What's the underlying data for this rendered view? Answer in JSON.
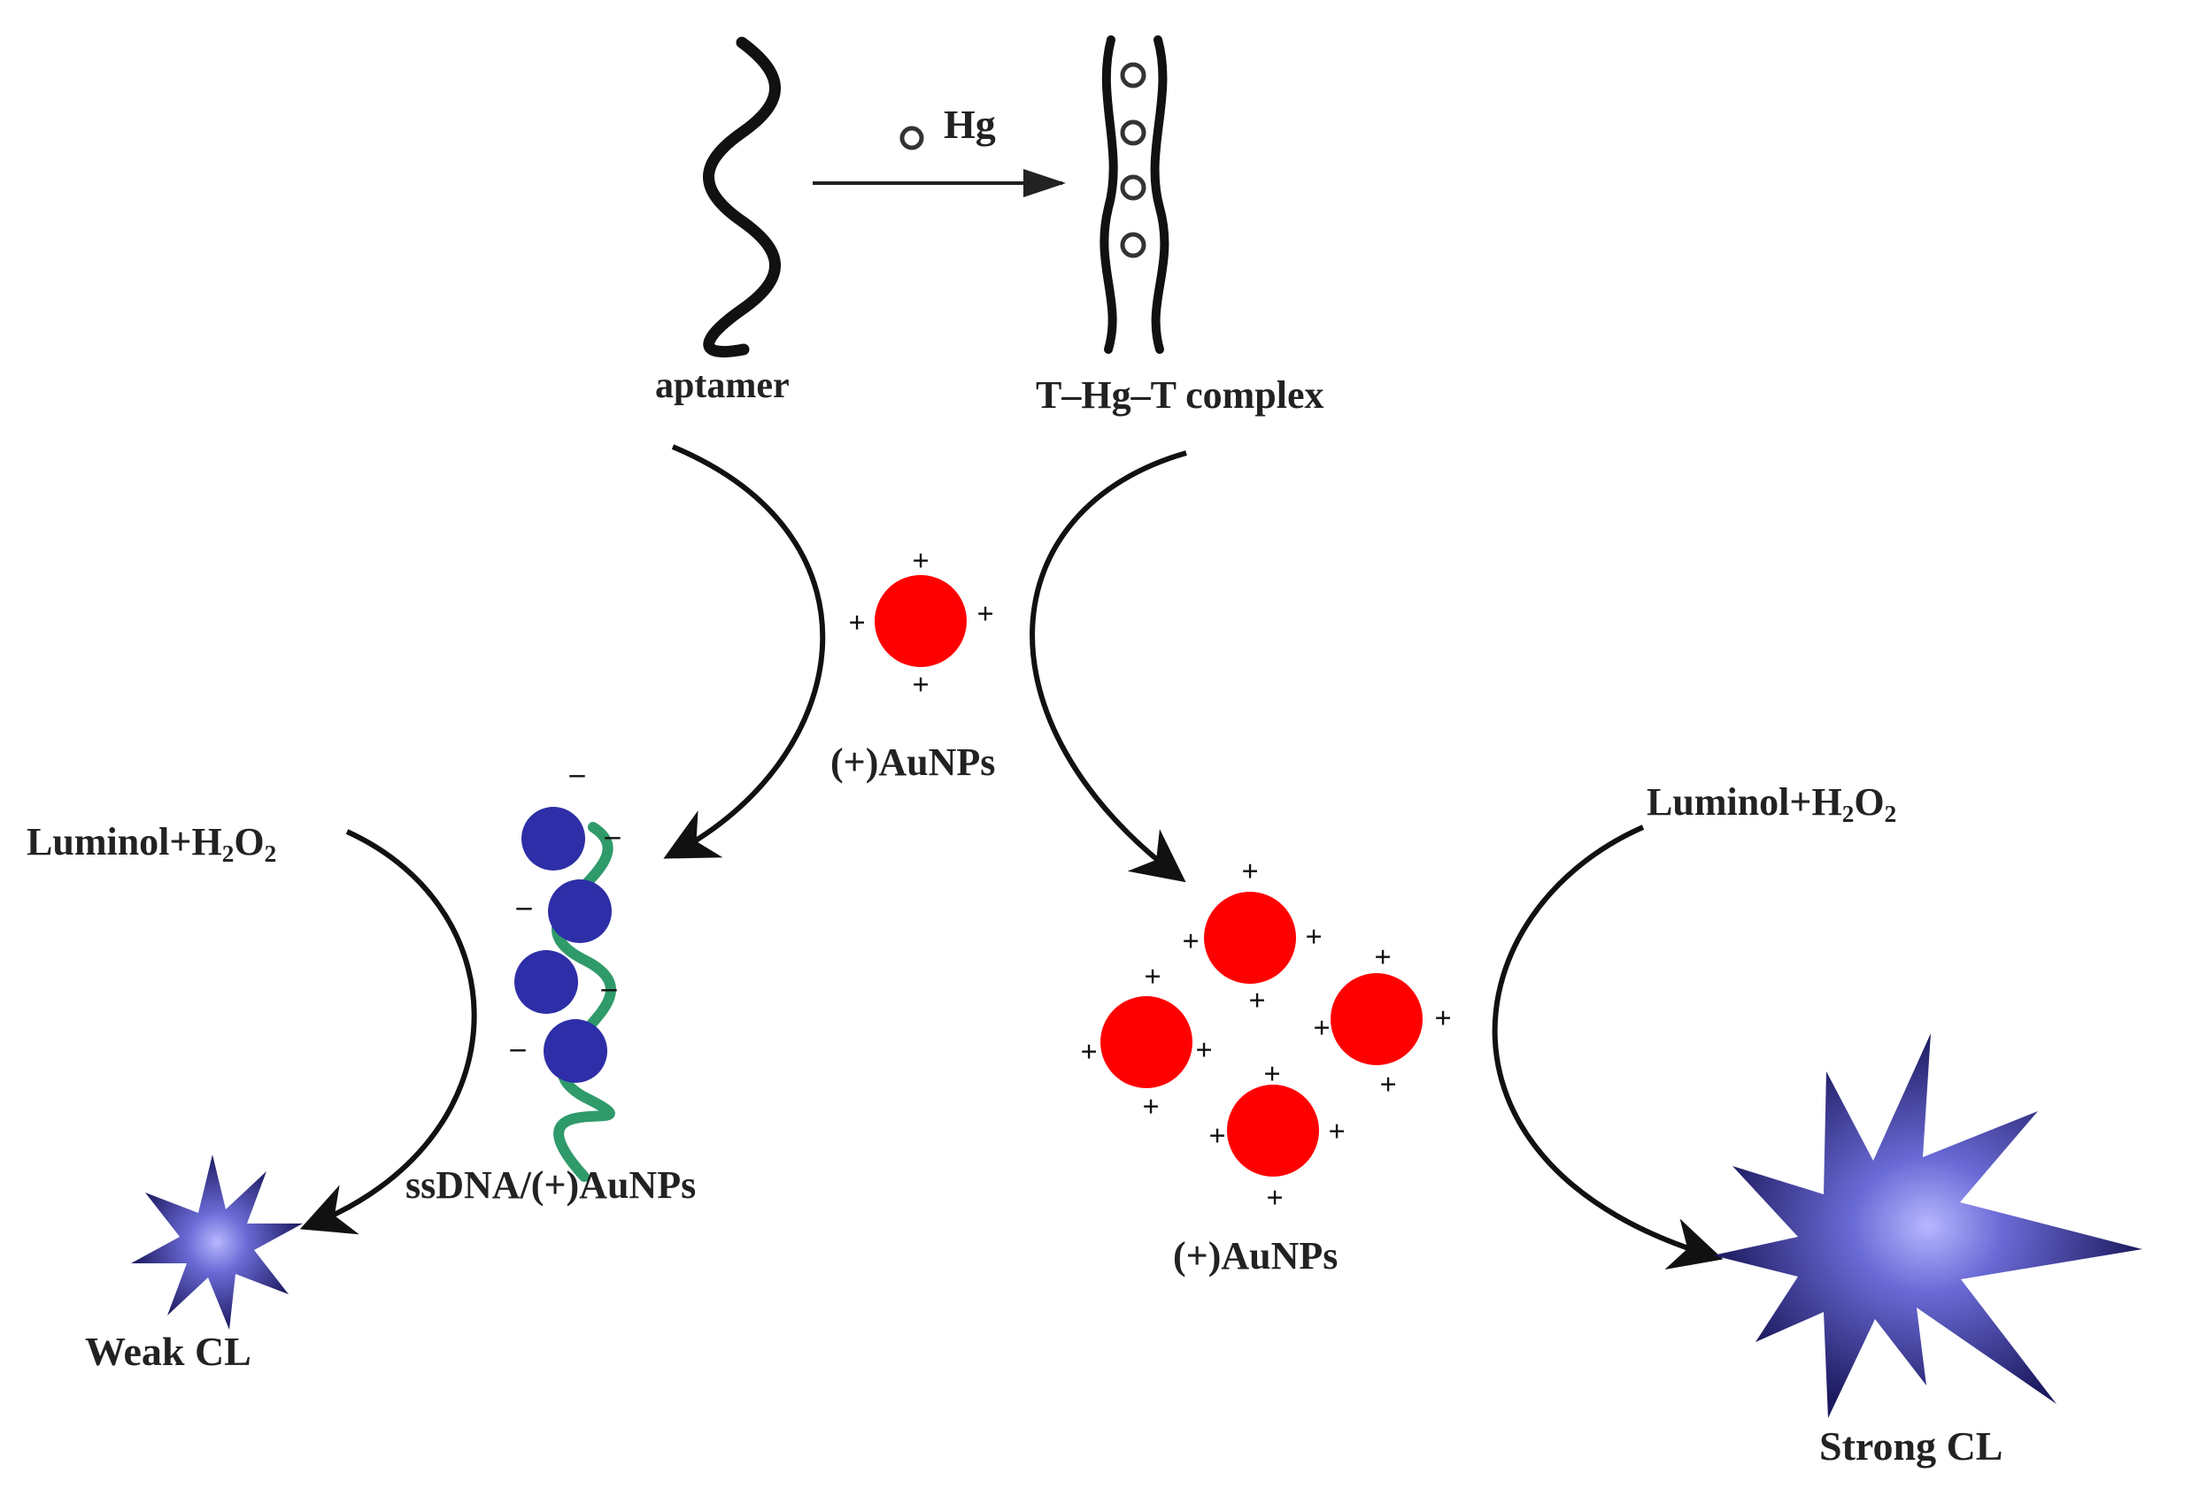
{
  "labels": {
    "hg": "Hg",
    "aptamer": "aptamer",
    "complex": "T–Hg–T complex",
    "aunps_center": "(+)AuNPs",
    "aunps_right": "(+)AuNPs",
    "ssdna": "ssDNA/(+)AuNPs",
    "luminol_left": {
      "main": "Luminol+H",
      "sub1": "2",
      "mid": "O",
      "sub2": "2"
    },
    "luminol_right": {
      "main": "Luminol+H",
      "sub1": "2",
      "mid": "O",
      "sub2": "2"
    },
    "weak": "Weak CL",
    "strong": "Strong CL"
  },
  "symbols": {
    "plus": "+",
    "minus": "–"
  },
  "colors": {
    "aunp": "#ff0000",
    "ssdna_particle": "#2e2ea8",
    "ssdna_strand": "#2f9a6a",
    "star_dark": "#1c1a5e",
    "star_light": "#a8a8ff",
    "ink": "#111111",
    "text": "#222222"
  }
}
